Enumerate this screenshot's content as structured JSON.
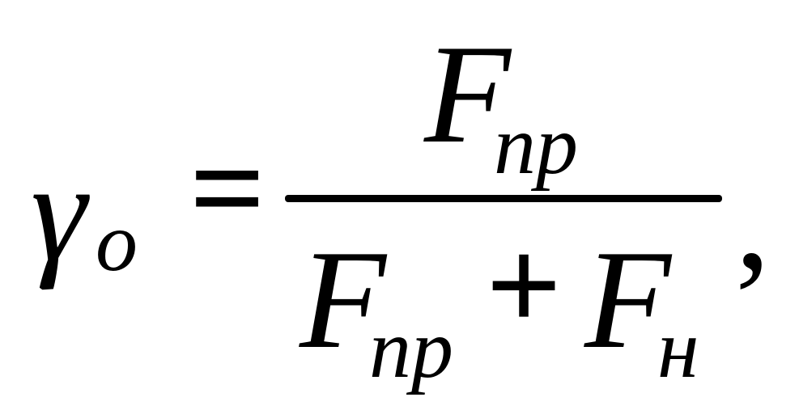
{
  "formula": {
    "lhs": {
      "symbol": "γ",
      "subscript": "o"
    },
    "equals": "=",
    "numerator": {
      "symbol": "F",
      "subscript": "пр"
    },
    "denominator": {
      "term1": {
        "symbol": "F",
        "subscript": "пр"
      },
      "plus": "+",
      "term2": {
        "symbol": "F",
        "subscript": "н"
      }
    },
    "trailing": ","
  }
}
